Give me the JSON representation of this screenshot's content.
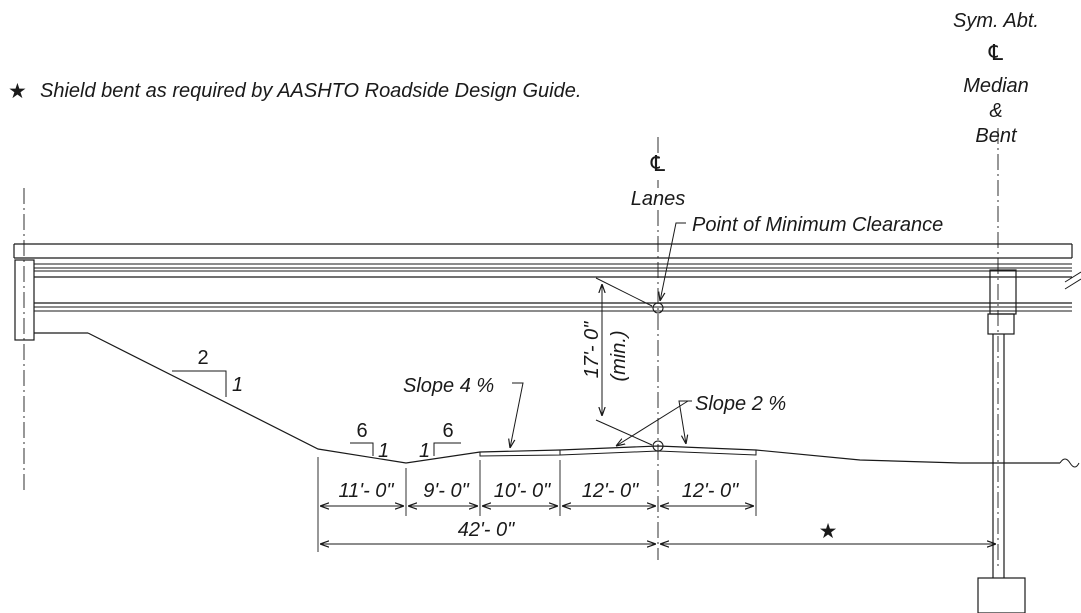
{
  "note": {
    "symbol": "★",
    "text": "Shield bent as required by AASHTO Roadside Design Guide."
  },
  "median_label": {
    "line1": "Sym. Abt.",
    "cl_symbol": "℄",
    "line2": "Median",
    "line3": "&",
    "line4": "Bent"
  },
  "lanes_label": {
    "cl_symbol": "℄",
    "text": "Lanes"
  },
  "clearance_label": "Point of Minimum Clearance",
  "vertical_clearance": {
    "value": "17'- 0\"",
    "qualifier": "(min.)"
  },
  "slopes": {
    "embankment": {
      "rise": "1",
      "run": "2"
    },
    "ditch_fore": {
      "run": "6",
      "rise": "1"
    },
    "ditch_back": {
      "rise": "1",
      "run": "6"
    },
    "shoulder": "Slope 4 %",
    "lanes": "Slope 2 %"
  },
  "dimensions": {
    "segments": [
      "11'- 0\"",
      "9'- 0\"",
      "10'- 0\"",
      "12'- 0\"",
      "12'- 0\""
    ],
    "overall": "42'- 0\"",
    "remainder_symbol": "★"
  },
  "colors": {
    "line": "#1a1a1a",
    "background": "#ffffff"
  }
}
